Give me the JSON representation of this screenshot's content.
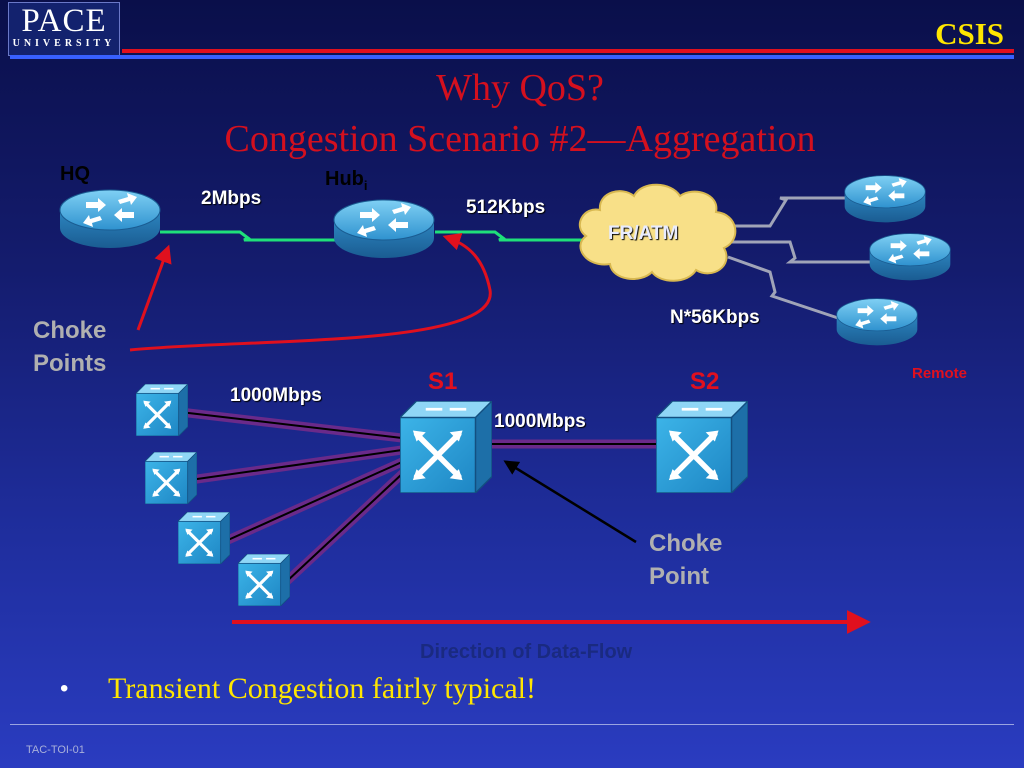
{
  "header": {
    "logo_main": "PACE",
    "logo_sub": "UNIVERSITY",
    "csis": "CSIS"
  },
  "title": {
    "line1": "Why QoS?",
    "line2": "Congestion Scenario #2—Aggregation"
  },
  "top_diagram": {
    "hq_label": "HQ",
    "hub_label": "Hub",
    "hub_subscript": "i",
    "link_hq_hub": "2Mbps",
    "link_hub_cloud": "512Kbps",
    "cloud_label": "FR/ATM",
    "remote_links": "N*56Kbps",
    "remote_label": "Remote",
    "choke_label_line1": "Choke",
    "choke_label_line2": "Points"
  },
  "bottom_diagram": {
    "s1_label": "S1",
    "s2_label": "S2",
    "access_link": "1000Mbps",
    "uplink": "1000Mbps",
    "choke_label_line1": "Choke",
    "choke_label_line2": "Point",
    "flow_label": "Direction of Data-Flow"
  },
  "bullets": [
    "Transient Congestion fairly typical!"
  ],
  "footer": {
    "code": "TAC-TOI-01"
  },
  "colors": {
    "title_red": "#d4101e",
    "csis_yellow": "#ffe600",
    "link_green": "#1fe07a",
    "link_purple": "#6a2a8a",
    "switch_cyan": "#2aa4d8",
    "router_blue": "#3aa8e0",
    "cloud_yellow": "#f8e088"
  }
}
